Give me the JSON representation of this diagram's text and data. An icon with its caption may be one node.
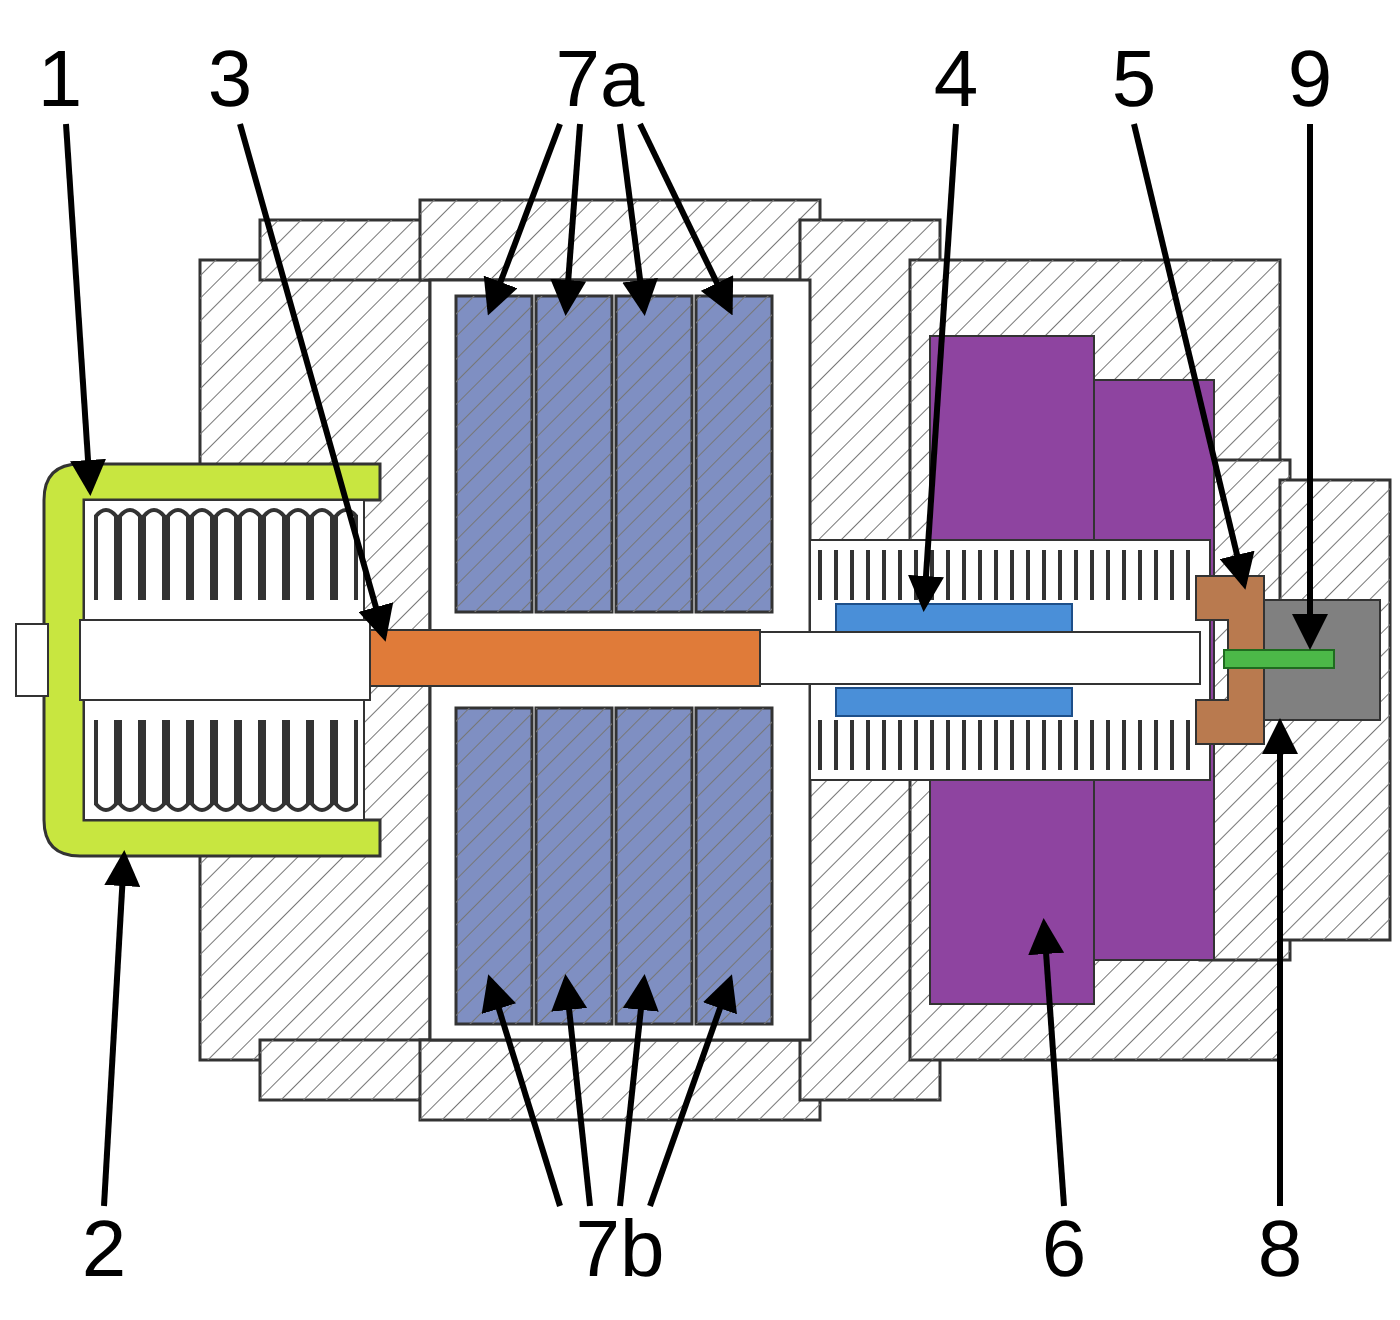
{
  "diagram": {
    "nodes": [
      {
        "text": [
          "1"
        ]
      },
      {
        "text": [
          "3"
        ]
      },
      {
        "text": [
          "7a"
        ]
      },
      {
        "text": [
          "4"
        ]
      },
      {
        "text": [
          "5"
        ]
      },
      {
        "text": [
          "9"
        ]
      },
      {
        "text": [
          "2"
        ]
      },
      {
        "text": [
          "7b"
        ]
      },
      {
        "text": [
          "6"
        ]
      },
      {
        "text": [
          "8"
        ]
      }
    ],
    "edges": [
      {
        "from": 0,
        "to": null,
        "arrow": "to"
      },
      {
        "from": 1,
        "to": null,
        "arrow": "to"
      },
      {
        "from": 2,
        "to": null,
        "arrow": "to"
      },
      {
        "from": 2,
        "to": null,
        "arrow": "to"
      },
      {
        "from": 2,
        "to": null,
        "arrow": "to"
      },
      {
        "from": 2,
        "to": null,
        "arrow": "to"
      },
      {
        "from": 3,
        "to": null,
        "arrow": "to"
      },
      {
        "from": 4,
        "to": null,
        "arrow": "to"
      },
      {
        "from": 5,
        "to": null,
        "arrow": "to"
      },
      {
        "from": 6,
        "to": null,
        "arrow": "to"
      },
      {
        "from": 7,
        "to": null,
        "arrow": "to"
      },
      {
        "from": 7,
        "to": null,
        "arrow": "to"
      },
      {
        "from": 7,
        "to": null,
        "arrow": "to"
      },
      {
        "from": 7,
        "to": null,
        "arrow": "to"
      },
      {
        "from": 8,
        "to": null,
        "arrow": "to"
      },
      {
        "from": 9,
        "to": null,
        "arrow": "to"
      }
    ]
  }
}
